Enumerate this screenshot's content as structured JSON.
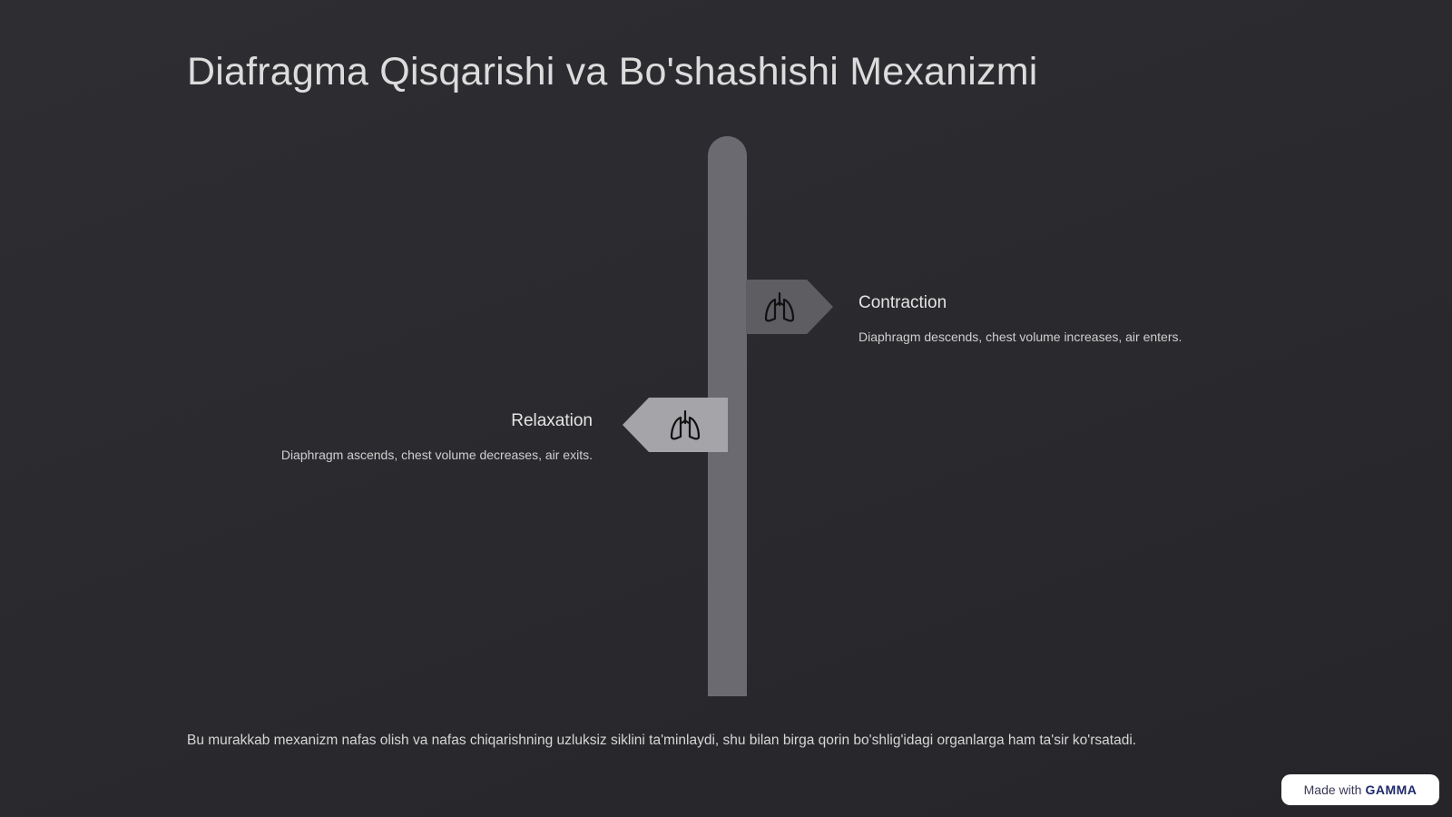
{
  "title": "Diafragma Qisqarishi va Bo'shashishi Mexanizmi",
  "steps": [
    {
      "label": "Contraction",
      "description": "Diaphragm descends, chest volume increases, air enters.",
      "icon": "lungs-icon"
    },
    {
      "label": "Relaxation",
      "description": "Diaphragm ascends, chest volume decreases, air exits.",
      "icon": "lungs-icon"
    }
  ],
  "footer": "Bu murakkab mexanizm nafas olish va nafas chiqarishning uzluksiz siklini ta'minlaydi, shu bilan birga qorin bo'shlig'idagi organlarga ham ta'sir ko'rsatadi.",
  "badge": {
    "prefix": "Made with",
    "brand": "GAMMA"
  },
  "colors": {
    "background": "#2b2b2f",
    "pole": "#6a6a70",
    "sign_right": "#5d5d62",
    "sign_left": "#a4a4a9",
    "text": "#dcdcdc"
  }
}
